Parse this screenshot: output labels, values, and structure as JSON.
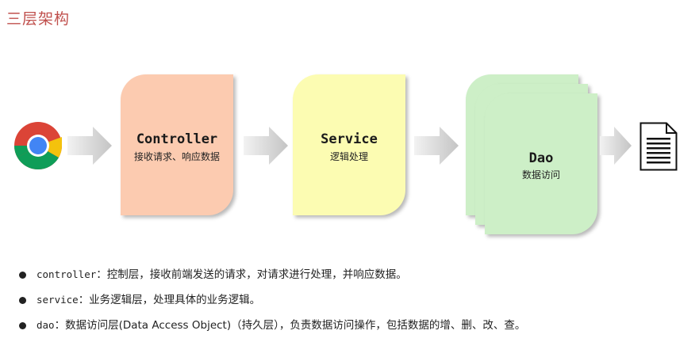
{
  "title": "三层架构",
  "layers": {
    "controller": {
      "name": "Controller",
      "desc": "接收请求、响应数据"
    },
    "service": {
      "name": "Service",
      "desc": "逻辑处理"
    },
    "dao": {
      "name": "Dao",
      "desc": "数据访问"
    }
  },
  "icons": {
    "client": "chrome-browser-icon",
    "storage": "document-icon"
  },
  "colors": {
    "title": "#c0504d",
    "controller": "#fccbb0",
    "service": "#fcfcb2",
    "dao": "#cdefc7",
    "arrow": "#c8c8c8"
  },
  "bullets": [
    {
      "term": "controller",
      "text": "：控制层，接收前端发送的请求，对请求进行处理，并响应数据。"
    },
    {
      "term": "service",
      "text": "：业务逻辑层，处理具体的业务逻辑。"
    },
    {
      "term": "dao",
      "text": "：数据访问层(Data Access Object)（持久层），负责数据访问操作，包括数据的增、删、改、查。"
    }
  ]
}
